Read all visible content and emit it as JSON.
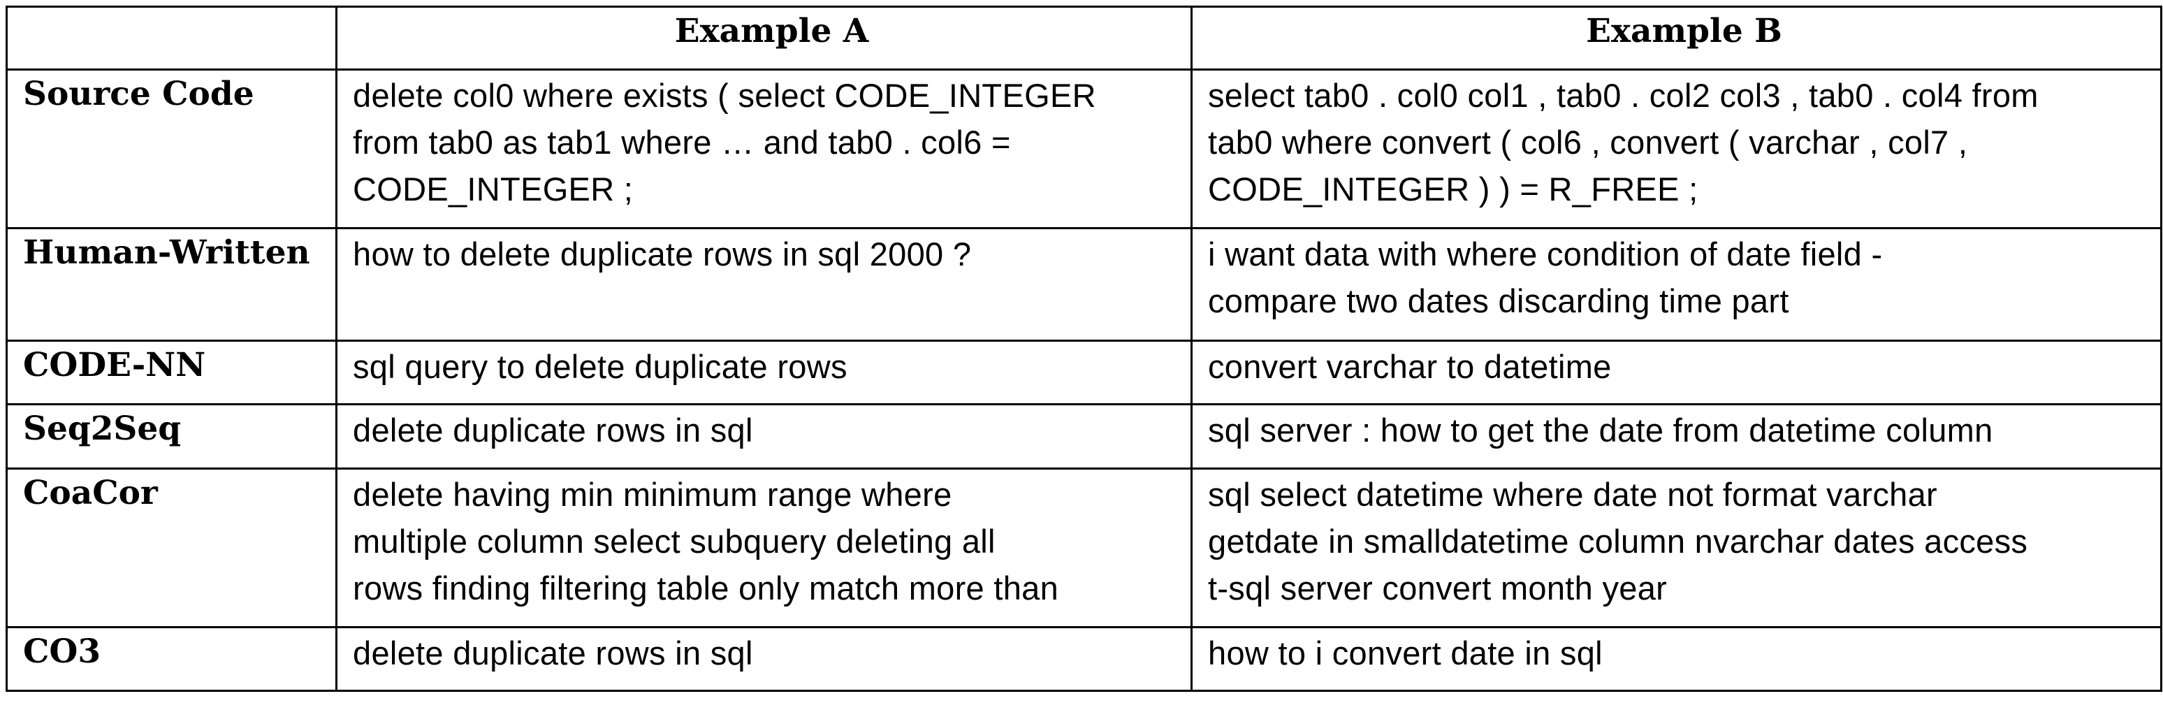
{
  "table": {
    "header": {
      "corner": "",
      "col_a": "Example A",
      "col_b": "Example B"
    },
    "rows": [
      {
        "label": "Source Code",
        "a": "delete col0 where exists ( select CODE_INTEGER\nfrom tab0 as tab1 where …  and tab0 . col6 =\nCODE_INTEGER ;",
        "b": "select tab0 . col0 col1 , tab0 . col2 col3 , tab0 . col4 from\ntab0 where convert ( col6 , convert ( varchar , col7 ,\nCODE_INTEGER ) ) = R_FREE ;"
      },
      {
        "label": "Human-Written",
        "a": "how to delete duplicate rows in sql 2000 ?",
        "b": "i want data with where condition of date field -\ncompare two dates discarding time part"
      },
      {
        "label": "CODE-NN",
        "a": "sql query to delete duplicate rows",
        "b": "convert varchar to datetime"
      },
      {
        "label": "Seq2Seq",
        "a": "delete duplicate rows in sql",
        "b": "sql server : how to get the date from datetime column"
      },
      {
        "label": "CoaCor",
        "a": "delete having min minimum range where\nmultiple column select subquery deleting all\nrows finding filtering table only match more than",
        "b": "sql select datetime where date not format varchar\ngetdate in smalldatetime column nvarchar dates access\nt-sql server convert month year"
      },
      {
        "label": "CO3",
        "a": "delete duplicate rows in sql",
        "b": "how to i convert date in sql"
      }
    ]
  }
}
